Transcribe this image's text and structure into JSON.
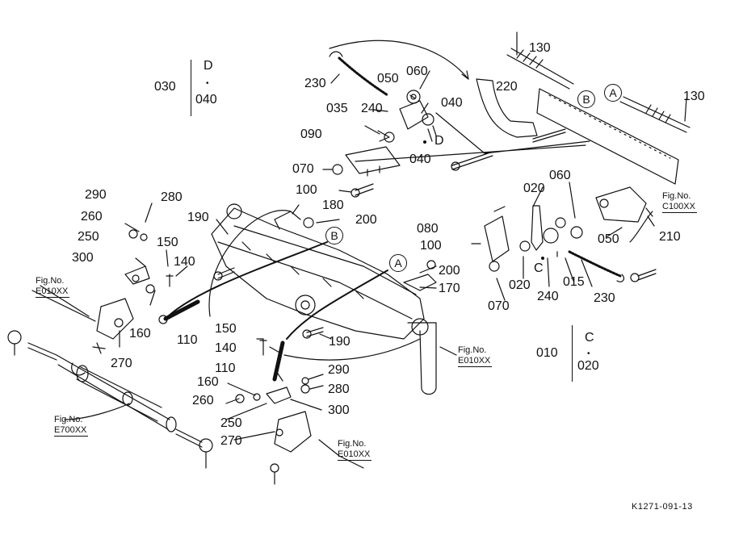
{
  "diagram_code": "K1271-091-13",
  "part_labels": {
    "p130a": "130",
    "p130b": "130",
    "p230a": "230",
    "p230b": "230",
    "p050a": "050",
    "p050b": "050",
    "p060a": "060",
    "p060b": "060",
    "p220": "220",
    "p035": "035",
    "p240a": "240",
    "p240b": "240",
    "p040a": "040",
    "p040b": "040",
    "pD": "D",
    "p090": "090",
    "p070a": "070",
    "p070b": "070",
    "p100a": "100",
    "p100b": "100",
    "p180": "180",
    "p200a": "200",
    "p200b": "200",
    "p020": "020",
    "p020b": "020",
    "p210": "210",
    "p080": "080",
    "p015": "015",
    "pC": "C",
    "p170": "170",
    "p190a": "190",
    "p190b": "190",
    "p290a": "290",
    "p290b": "290",
    "p280a": "280",
    "p280b": "280",
    "p260a": "260",
    "p260b": "260",
    "p250a": "250",
    "p250b": "250",
    "p300a": "300",
    "p300b": "300",
    "p150a": "150",
    "p150b": "150",
    "p140a": "140",
    "p140b": "140",
    "p160a": "160",
    "p160b": "160",
    "p110a": "110",
    "p110b": "110",
    "p270a": "270",
    "p270b": "270"
  },
  "callouts": {
    "A1": "A",
    "A2": "A",
    "B1": "B",
    "B2": "B"
  },
  "groups": {
    "g030": {
      "left": "030",
      "top": "D",
      "dot": "•",
      "bottom": "040"
    },
    "g010": {
      "left": "010",
      "top": "C",
      "dot": "•",
      "bottom": "020"
    }
  },
  "fig_refs": {
    "c100": {
      "line1": "Fig.No.",
      "line2": "C100XX"
    },
    "e010a": {
      "line1": "Fig.No.",
      "line2": "E010XX"
    },
    "e010b": {
      "line1": "Fig.No.",
      "line2": "E010XX"
    },
    "e010c": {
      "line1": "Fig.No.",
      "line2": "E010XX"
    },
    "e700": {
      "line1": "Fig.No.",
      "line2": "E700XX"
    }
  }
}
